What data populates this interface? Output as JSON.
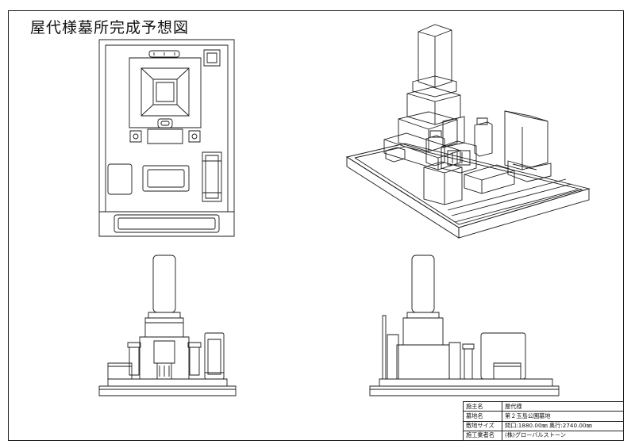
{
  "drawing": {
    "title": "屋代様墓所完成予想図"
  },
  "title_block": {
    "rows": [
      {
        "label": "施主名",
        "value": "屋代様"
      },
      {
        "label": "墓地名",
        "value": "第２玉島公園墓地"
      },
      {
        "label": "敷地サイズ",
        "value": "間口:1880.00㎜ 奥行:2740.00㎜"
      },
      {
        "label": "施工業者名",
        "value": "(株)グローバルストーン"
      }
    ]
  },
  "line_color": "#1a1a1a"
}
